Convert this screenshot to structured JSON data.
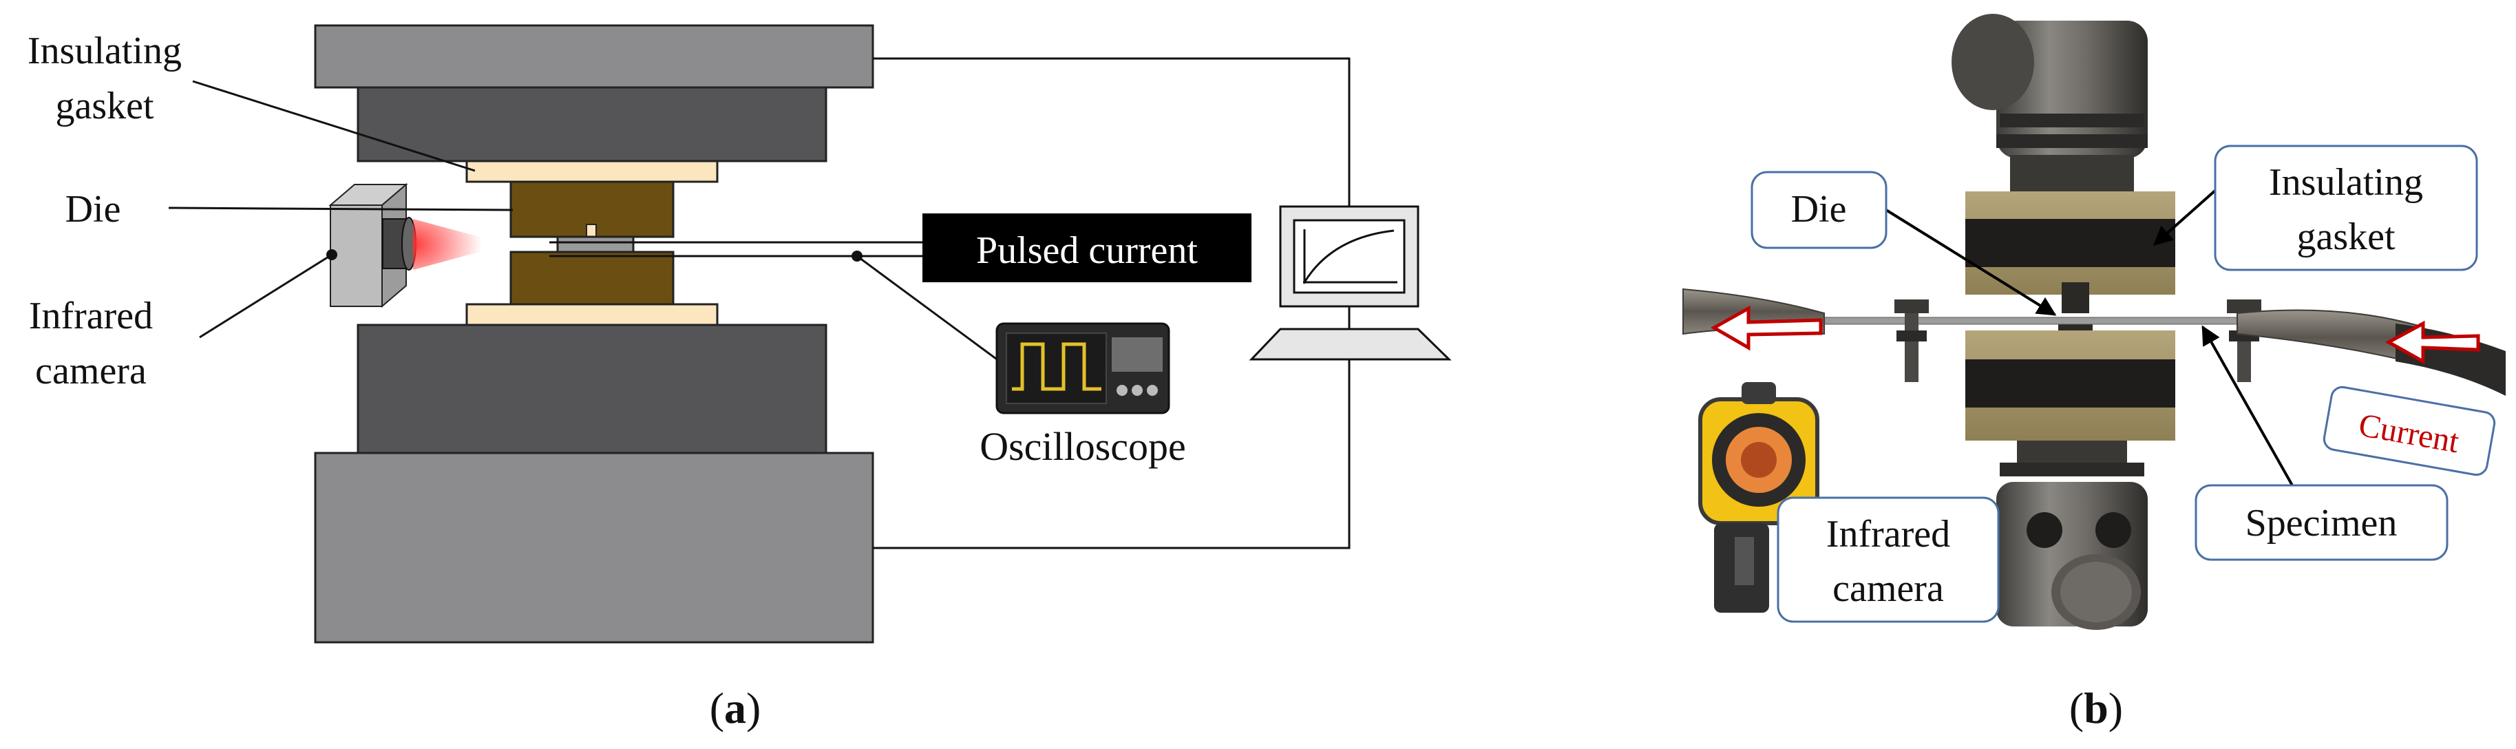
{
  "panel_a": {
    "caption_open": "(",
    "caption_letter": "a",
    "caption_close": ")",
    "labels": {
      "insulating_gasket_line1": "Insulating",
      "insulating_gasket_line2": "gasket",
      "die": "Die",
      "infrared_camera_line1": "Infrared",
      "infrared_camera_line2": "camera",
      "pulsed_current": "Pulsed current",
      "oscilloscope": "Oscilloscope"
    }
  },
  "panel_b": {
    "caption_open": "(",
    "caption_letter": "b",
    "caption_close": ")",
    "labels": {
      "die": "Die",
      "insulating_gasket_line1": "Insulating",
      "insulating_gasket_line2": "gasket",
      "current": "Current",
      "specimen": "Specimen",
      "infrared_camera_line1": "Infrared",
      "infrared_camera_line2": "camera"
    }
  },
  "colors": {
    "press_plate": "#8c8c8e",
    "press_block": "#555558",
    "gasket": "#fbe6bf",
    "die": "#6b4e12",
    "pulsed_bg": "#000000",
    "callout_border": "#4a6fa5",
    "current_text": "#c00000",
    "arrow_red": "#c00000"
  }
}
